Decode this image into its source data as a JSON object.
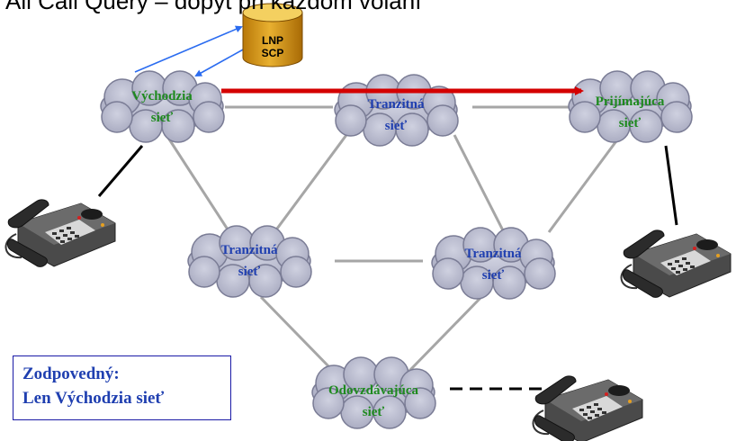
{
  "title": "All Call Query – dopyt pri každom volaní",
  "database": {
    "line1": "LNP",
    "line2": "SCP"
  },
  "nodes": [
    {
      "line1": "Východzia",
      "line2": "sieť"
    },
    {
      "line1": "Tranzitná",
      "line2": "sieť"
    },
    {
      "line1": "Prijímajúca",
      "line2": "sieť"
    },
    {
      "line1": "Tranzitná",
      "line2": "sieť"
    },
    {
      "line1": "Tranzitná",
      "line2": "sieť"
    },
    {
      "line1": "Odovzdávajúca",
      "line2": "sieť"
    }
  ],
  "responsible": {
    "line1": "Zodpovedný:",
    "line2": "Len Východzia sieť"
  },
  "colors": {
    "cloud_fill": "#b7b9cc",
    "cloud_outline": "#7a7c95",
    "link": "#a6a6a6",
    "route_arrow": "#d40000",
    "query": "#2b6cf0",
    "label_green": "#1e8a1e",
    "label_blue": "#1f3fb0",
    "db_fill": "#d79a1c"
  },
  "icons": [
    "telephone-icon",
    "telephone-icon",
    "telephone-icon",
    "database-icon"
  ]
}
